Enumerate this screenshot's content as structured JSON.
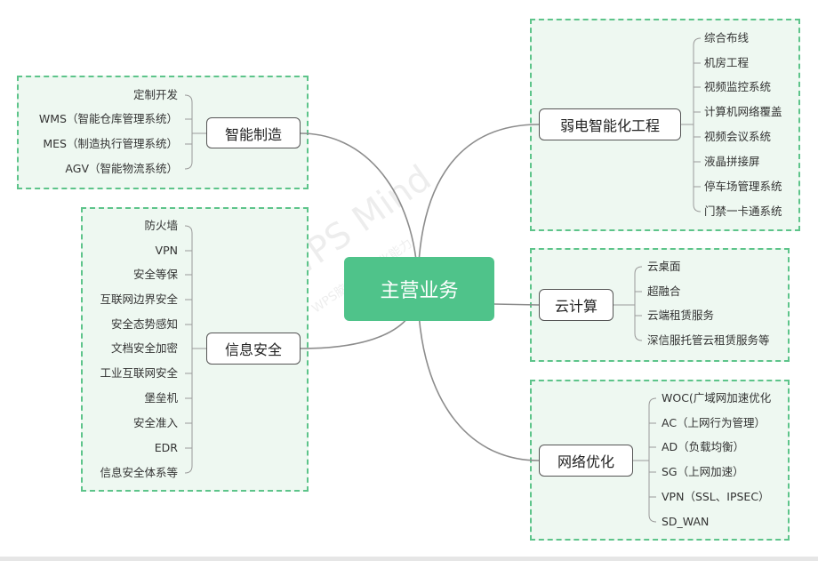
{
  "root": {
    "label": "主营业务"
  },
  "watermark": {
    "main": "WPS Mind",
    "sub": "WPS脑图 可视化能力"
  },
  "colors": {
    "root_fill": "#4fc38a",
    "group_fill": "#eef8f1",
    "group_border": "#5dc48a",
    "line": "#8c8c8c"
  },
  "left": {
    "smart_manufacturing": {
      "label": "智能制造",
      "items": [
        "定制开发",
        "WMS（智能仓库管理系统）",
        "MES（制造执行管理系统）",
        "AGV（智能物流系统）"
      ]
    },
    "info_security": {
      "label": "信息安全",
      "items": [
        "防火墙",
        "VPN",
        "安全等保",
        "互联网边界安全",
        "安全态势感知",
        "文档安全加密",
        "工业互联网安全",
        "堡垒机",
        "安全准入",
        "EDR",
        "信息安全体系等"
      ]
    }
  },
  "right": {
    "weak_current": {
      "label": "弱电智能化工程",
      "items": [
        "综合布线",
        "机房工程",
        "视频监控系统",
        "计算机网络覆盖",
        "视频会议系统",
        "液晶拼接屏",
        "停车场管理系统",
        "门禁一卡通系统"
      ]
    },
    "cloud": {
      "label": "云计算",
      "items": [
        "云桌面",
        "超融合",
        "云端租赁服务",
        "深信服托管云租赁服务等"
      ]
    },
    "network": {
      "label": "网络优化",
      "items": [
        "WOC(广域网加速优化",
        "AC（上网行为管理）",
        "AD（负载均衡）",
        "SG（上网加速）",
        "VPN（SSL、IPSEC）",
        "SD_WAN"
      ]
    }
  }
}
